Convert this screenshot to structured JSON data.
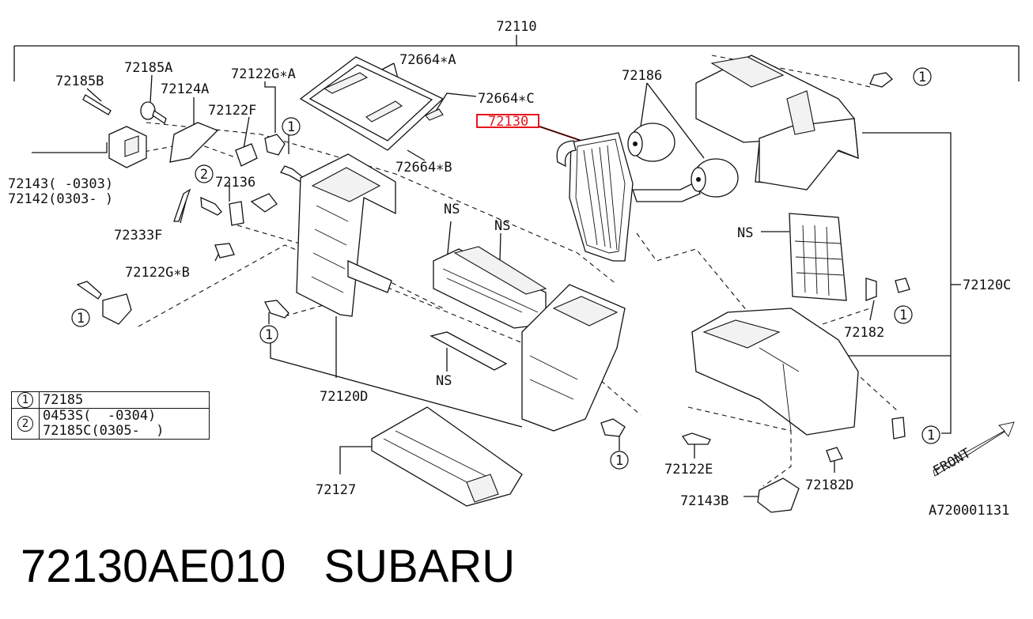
{
  "diagram": {
    "assembly_number": "72110",
    "drawing_id": "A720001131",
    "front_label": "FRONT",
    "labels": {
      "l72185B": "72185B",
      "l72185A": "72185A",
      "l72124A": "72124A",
      "l72122G_A": "72122G∗A",
      "l72122F": "72122F",
      "l72664_A": "72664∗A",
      "l72664_C": "72664∗C",
      "l72664_B": "72664∗B",
      "l72130": "72130",
      "l72186": "72186",
      "l72143": "72143(  -0303)",
      "l72142": "72142(0303-  )",
      "l72136": "72136",
      "l72333F": "72333F",
      "l72122G_B": "72122G∗B",
      "ns1": "NS",
      "ns2": "NS",
      "ns3": "NS",
      "ns4": "NS",
      "l72120D": "72120D",
      "l72127": "72127",
      "l72120C": "72120C",
      "l72182": "72182",
      "l72122E": "72122E",
      "l72143B": "72143B",
      "l72182D": "72182D"
    },
    "callouts": {
      "one": "1",
      "two": "2"
    },
    "highlight_color": "#e8141b"
  },
  "legend": {
    "rows": [
      {
        "symbol": "1",
        "parts": [
          "72185"
        ]
      },
      {
        "symbol": "2",
        "parts": [
          "0453S(  -0304)",
          "72185C(0305-  )"
        ]
      }
    ]
  },
  "caption": {
    "part_number": "72130AE010",
    "brand": "SUBARU"
  }
}
